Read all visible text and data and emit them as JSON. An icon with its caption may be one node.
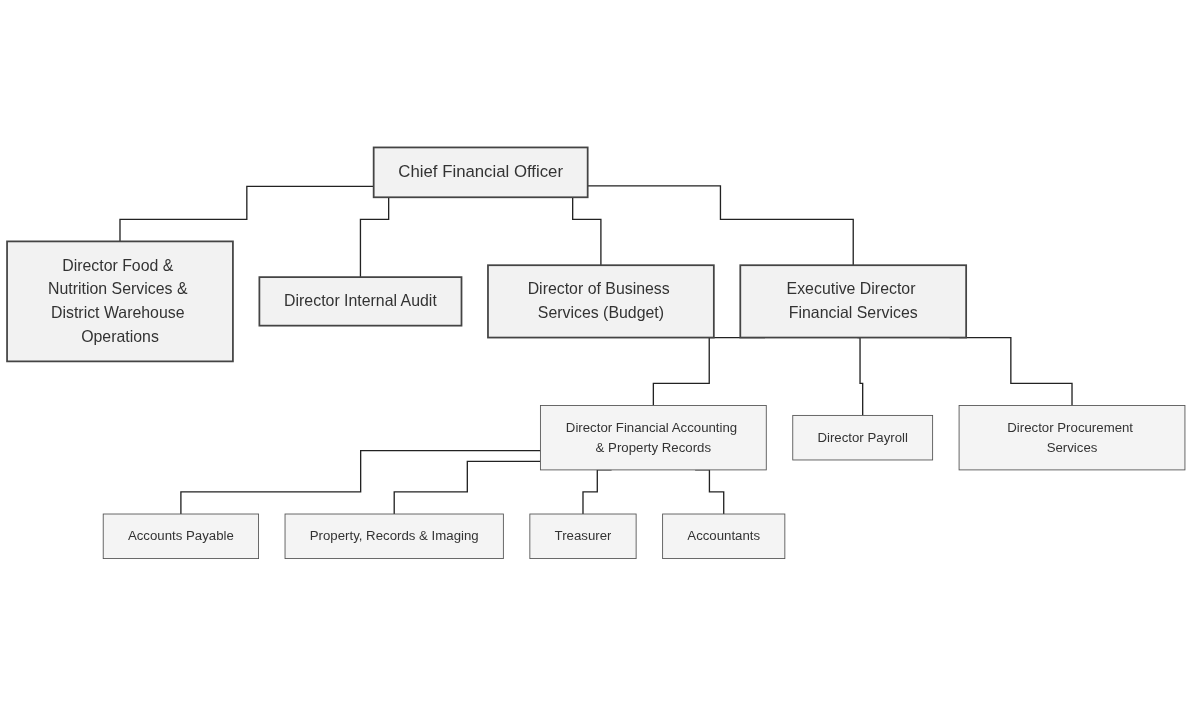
{
  "diagram": {
    "nodes": [
      {
        "text": [
          "Chief Financial Officer"
        ]
      },
      {
        "text": [
          "Director Food & Nutrition Services & District Warehouse Operations"
        ]
      },
      {
        "text": [
          "Director Internal Audit"
        ]
      },
      {
        "text": [
          "Director of Business Services (Budget)"
        ]
      },
      {
        "text": [
          "Executive Director Financial Services"
        ]
      },
      {
        "text": [
          "Director Financial Accounting & Property Records"
        ]
      },
      {
        "text": [
          "Director Payroll"
        ]
      },
      {
        "text": [
          "Director Procurement Services"
        ]
      },
      {
        "text": [
          "Accounts Payable"
        ]
      },
      {
        "text": [
          "Property, Records & Imaging"
        ]
      },
      {
        "text": [
          "Treasurer"
        ]
      },
      {
        "text": [
          "Accountants"
        ]
      }
    ],
    "edges": [
      {
        "from": 0,
        "to": 1,
        "arrow": "none"
      },
      {
        "from": 0,
        "to": 2,
        "arrow": "none"
      },
      {
        "from": 0,
        "to": 3,
        "arrow": "none"
      },
      {
        "from": 0,
        "to": 4,
        "arrow": "none"
      },
      {
        "from": 4,
        "to": 5,
        "arrow": "none"
      },
      {
        "from": 4,
        "to": 6,
        "arrow": "none"
      },
      {
        "from": 4,
        "to": 7,
        "arrow": "none"
      },
      {
        "from": 5,
        "to": 8,
        "arrow": "none"
      },
      {
        "from": 5,
        "to": 9,
        "arrow": "none"
      },
      {
        "from": 5,
        "to": 10,
        "arrow": "none"
      },
      {
        "from": 5,
        "to": 11,
        "arrow": "none"
      }
    ]
  }
}
